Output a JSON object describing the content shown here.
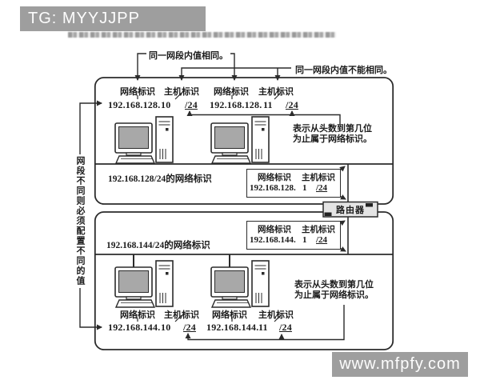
{
  "watermark_top": {
    "text": "TG: MYYJJPP"
  },
  "watermark_bottom": {
    "text": "www.mfpfy.com"
  },
  "labels": {
    "network_id": "网络标识",
    "host_id": "主机标识",
    "router": "路由器"
  },
  "notes": {
    "same_value": "同一网段内值相同。",
    "not_same_value": "同一网段内值不能相同。",
    "prefix_line1": "表示从头数到第几位",
    "prefix_line2": "为止属于网络标识。",
    "left_vertical": "网段不同则必须配置不同的值"
  },
  "segment1": {
    "caption": "192.168.128/24的网络标识",
    "hosts": [
      {
        "network": "192.168.128.",
        "host": "10",
        "prefix": "/24"
      },
      {
        "network": "192.168.128.",
        "host": "11",
        "prefix": "/24"
      }
    ],
    "router_if": {
      "network": "192.168.128.",
      "host": "1",
      "prefix": "/24"
    }
  },
  "segment2": {
    "caption": "192.168.144/24的网络标识",
    "hosts": [
      {
        "network": "192.168.144.",
        "host": "10",
        "prefix": "/24"
      },
      {
        "network": "192.168.144.",
        "host": "11",
        "prefix": "/24"
      }
    ],
    "router_if": {
      "network": "192.168.144.",
      "host": "1",
      "prefix": "/24"
    }
  },
  "colors": {
    "line": "#2b2b2b",
    "watermark_bg": "#9e9e9e",
    "router_fill": "#e4e4e4",
    "screen_fill": "#a8a8a8"
  }
}
